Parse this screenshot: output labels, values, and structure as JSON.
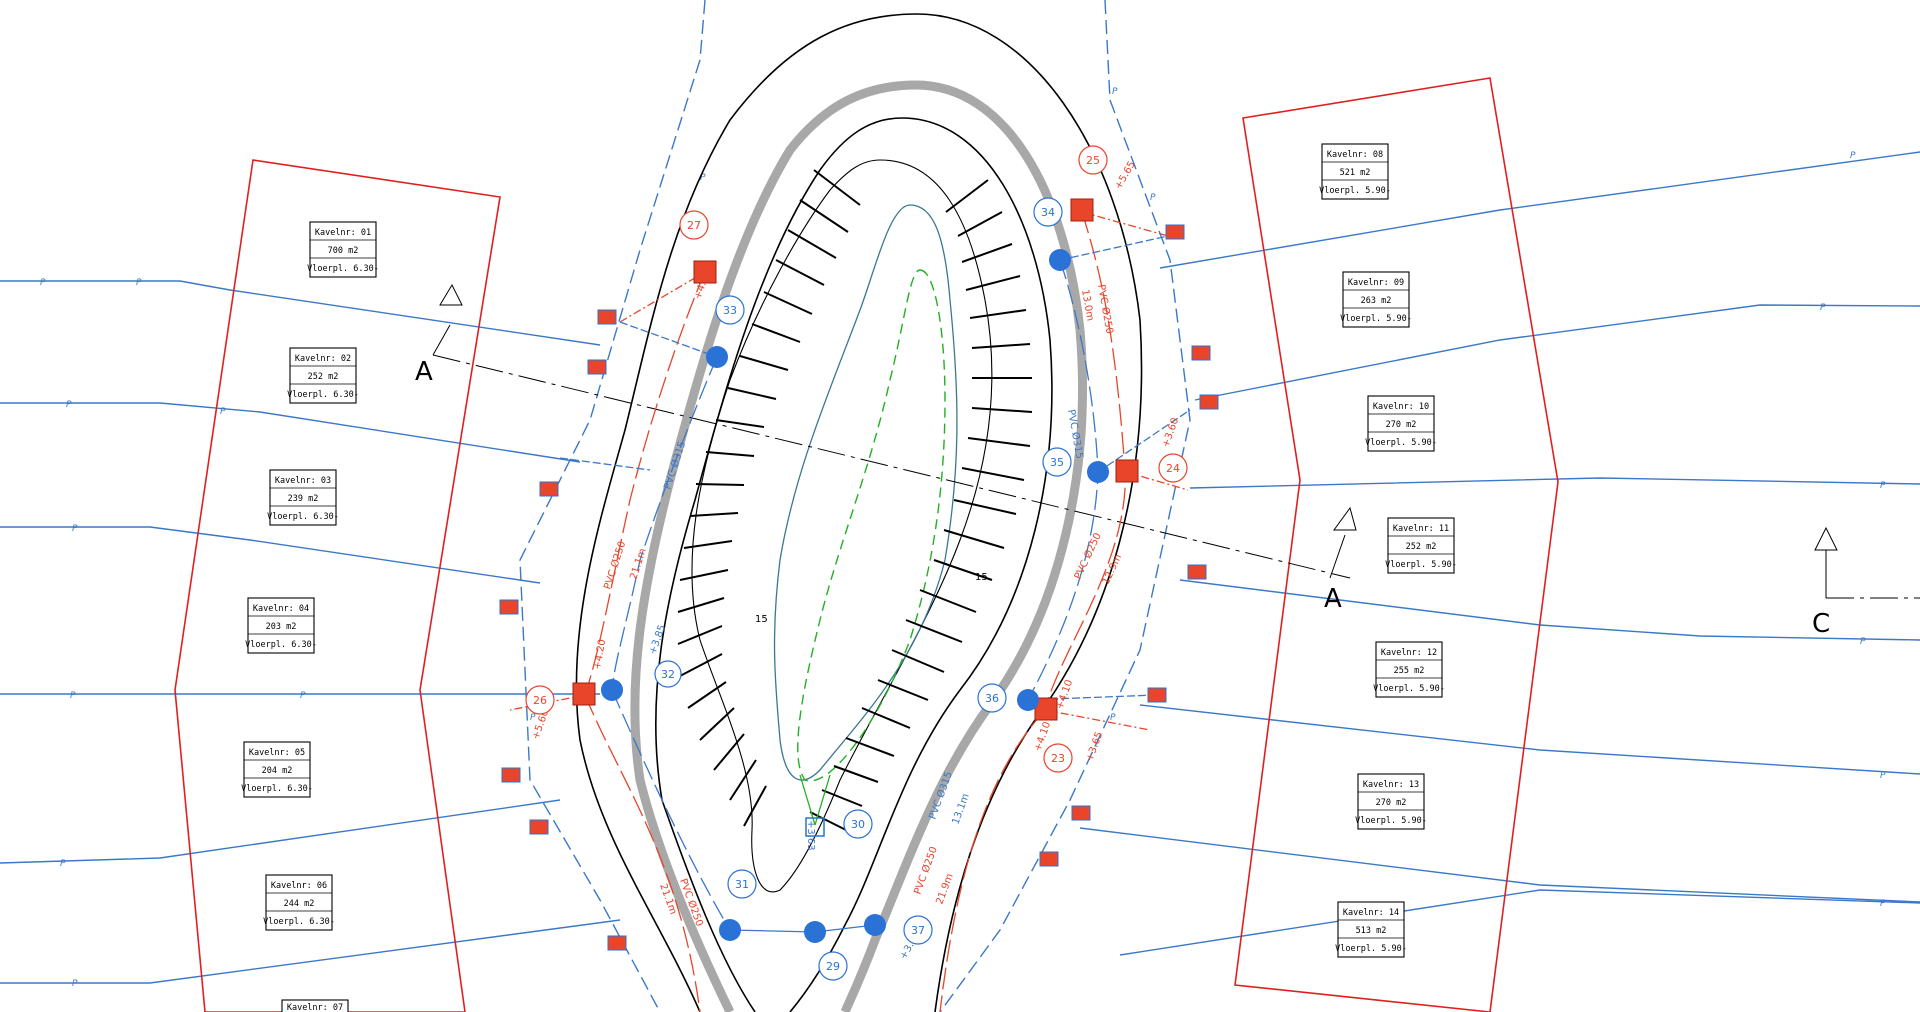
{
  "lots_left": [
    {
      "nr": "Kavelnr: 01",
      "area": "700 m2",
      "floor": "Vloerpl. 6.30-"
    },
    {
      "nr": "Kavelnr: 02",
      "area": "252 m2",
      "floor": "Vloerpl. 6.30-"
    },
    {
      "nr": "Kavelnr: 03",
      "area": "239 m2",
      "floor": "Vloerpl. 6.30-"
    },
    {
      "nr": "Kavelnr: 04",
      "area": "203 m2",
      "floor": "Vloerpl. 6.30-"
    },
    {
      "nr": "Kavelnr: 05",
      "area": "204 m2",
      "floor": "Vloerpl. 6.30-"
    },
    {
      "nr": "Kavelnr: 06",
      "area": "244 m2",
      "floor": "Vloerpl. 6.30-"
    },
    {
      "nr": "Kavelnr: 07"
    }
  ],
  "lots_right": [
    {
      "nr": "Kavelnr: 08",
      "area": "521 m2",
      "floor": "Vloerpl. 5.90-"
    },
    {
      "nr": "Kavelnr: 09",
      "area": "263 m2",
      "floor": "Vloerpl. 5.90-"
    },
    {
      "nr": "Kavelnr: 10",
      "area": "270 m2",
      "floor": "Vloerpl. 5.90-"
    },
    {
      "nr": "Kavelnr: 11",
      "area": "252 m2",
      "floor": "Vloerpl. 5.90-"
    },
    {
      "nr": "Kavelnr: 12",
      "area": "255 m2",
      "floor": "Vloerpl. 5.90-"
    },
    {
      "nr": "Kavelnr: 13",
      "area": "270 m2",
      "floor": "Vloerpl. 5.90-"
    },
    {
      "nr": "Kavelnr: 14",
      "area": "513 m2",
      "floor": "Vloerpl. 5.90-"
    }
  ],
  "section_labels": {
    "a_left": "A",
    "a_right": "A",
    "c": "C"
  },
  "nodes_blue": [
    "33",
    "34",
    "35",
    "36",
    "37",
    "30",
    "31",
    "29",
    "32"
  ],
  "nodes_red": [
    "27",
    "25",
    "24",
    "26",
    "23"
  ],
  "pipe_labels": {
    "left_red": "PVC Ø250",
    "left_red_len": "21.1m",
    "left_blue": "PVC Ø315",
    "right_red": "PVC Ø250",
    "right_red_len": "13.0m",
    "right_red2": "PVC Ø250",
    "right_red2_len": "12.9m",
    "right_blue": "PVC Ø315",
    "bottom_red": "PVC Ø250",
    "bottom_red_len": "21.9m",
    "bottom_red_left": "PVC Ø250",
    "bottom_red_left_len": "21.1m",
    "bottom_blue": "PVC Ø315",
    "bottom_blue_len": "13.1m"
  },
  "levels": [
    "+4.25",
    "+4.20",
    "+4.10",
    "+3.65",
    "+3.60",
    "+5.65",
    "+3.85",
    "+3.63",
    "+3.60",
    "+4.10",
    "+5.60"
  ],
  "pond_numbers": [
    "15",
    "15"
  ],
  "utility_letter": "P",
  "colors": {
    "property": "#e02020",
    "utility": "#3b78c8",
    "red_pipe": "#e8452a",
    "green": "#22b022",
    "road": "#000000"
  }
}
